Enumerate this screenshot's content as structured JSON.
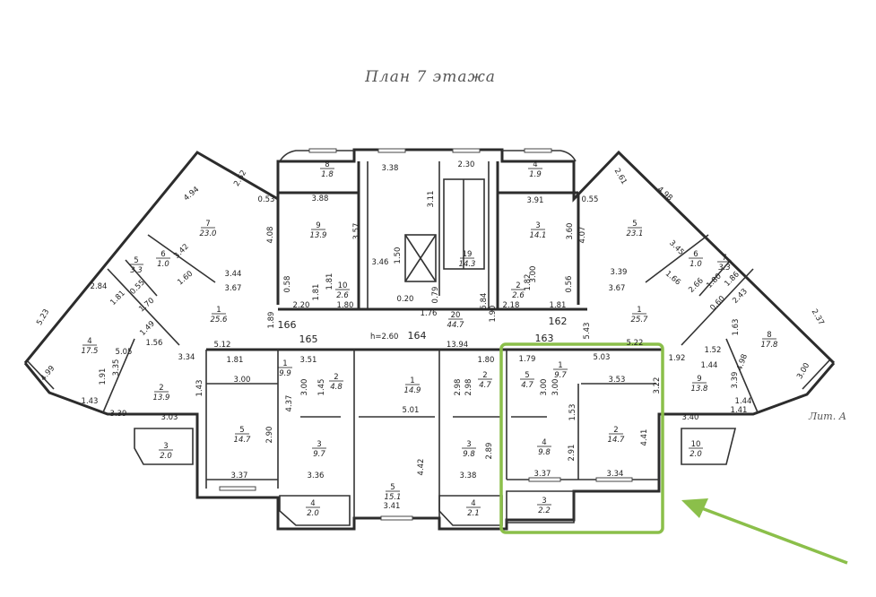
{
  "title": "План 7 этажа",
  "liter": "Лит. А",
  "ceiling_height": "h=2.60",
  "flats": [
    {
      "id": "f166",
      "label": "166"
    },
    {
      "id": "f165",
      "label": "165"
    },
    {
      "id": "f164",
      "label": "164"
    },
    {
      "id": "f163",
      "label": "163"
    },
    {
      "id": "f162",
      "label": "162"
    }
  ],
  "rooms": [
    {
      "id": "r-l-8",
      "num": "8",
      "area": "1.8"
    },
    {
      "id": "r-l-7",
      "num": "7",
      "area": "23.0"
    },
    {
      "id": "r-l-9",
      "num": "9",
      "area": "13.9"
    },
    {
      "id": "r-l-5",
      "num": "5",
      "area": "3.3"
    },
    {
      "id": "r-l-6",
      "num": "6",
      "area": "1.0"
    },
    {
      "id": "r-l-10",
      "num": "10",
      "area": "2.6"
    },
    {
      "id": "r-l-1",
      "num": "1",
      "area": "25.6"
    },
    {
      "id": "r-l-4",
      "num": "4",
      "area": "17.5"
    },
    {
      "id": "r-l-2",
      "num": "2",
      "area": "13.9"
    },
    {
      "id": "r-l-3",
      "num": "3",
      "area": "2.0"
    },
    {
      "id": "r-c-19",
      "num": "19",
      "area": "14.3"
    },
    {
      "id": "r-c-20",
      "num": "20",
      "area": "44.7"
    },
    {
      "id": "r-165-1",
      "num": "1",
      "area": "9.9"
    },
    {
      "id": "r-165-2",
      "num": "2",
      "area": "4.8"
    },
    {
      "id": "r-165-5",
      "num": "5",
      "area": "14.7"
    },
    {
      "id": "r-165-3",
      "num": "3",
      "area": "9.7"
    },
    {
      "id": "r-165-4",
      "num": "4",
      "area": "2.0"
    },
    {
      "id": "r-164-1",
      "num": "1",
      "area": "14.9"
    },
    {
      "id": "r-164-2",
      "num": "2",
      "area": "4.7"
    },
    {
      "id": "r-164-5",
      "num": "5",
      "area": "15.1"
    },
    {
      "id": "r-164-3",
      "num": "3",
      "area": "9.8"
    },
    {
      "id": "r-164-4",
      "num": "4",
      "area": "2.1"
    },
    {
      "id": "r-163-5",
      "num": "5",
      "area": "4.7"
    },
    {
      "id": "r-163-1",
      "num": "1",
      "area": "9.7"
    },
    {
      "id": "r-163-4",
      "num": "4",
      "area": "9.8"
    },
    {
      "id": "r-163-2",
      "num": "2",
      "area": "14.7"
    },
    {
      "id": "r-163-3",
      "num": "3",
      "area": "2.2"
    },
    {
      "id": "r-r-4",
      "num": "4",
      "area": "1.9"
    },
    {
      "id": "r-r-3",
      "num": "3",
      "area": "14.1"
    },
    {
      "id": "r-r-5",
      "num": "5",
      "area": "23.1"
    },
    {
      "id": "r-r-6",
      "num": "6",
      "area": "1.0"
    },
    {
      "id": "r-r-7",
      "num": "7",
      "area": "3.3"
    },
    {
      "id": "r-r-2",
      "num": "2",
      "area": "2.6"
    },
    {
      "id": "r-r-1",
      "num": "1",
      "area": "25.7"
    },
    {
      "id": "r-r-8",
      "num": "8",
      "area": "17.8"
    },
    {
      "id": "r-r-9",
      "num": "9",
      "area": "13.8"
    },
    {
      "id": "r-r-10",
      "num": "10",
      "area": "2.0"
    }
  ],
  "dimensions": [
    "3.38",
    "2.30",
    "3.11",
    "3.88",
    "3.57",
    "4.08",
    "3.91",
    "3.60",
    "4.07",
    "0.53",
    "0.55",
    "2.62",
    "2.61",
    "4.94",
    "4.98",
    "3.42",
    "3.45",
    "1.60",
    "1.66",
    "3.44",
    "3.67",
    "3.39",
    "3.67",
    "0.58",
    "0.56",
    "2.20",
    "1.80",
    "1.81",
    "1.82",
    "2.18",
    "1.81",
    "1.81",
    "3.00",
    "1.50",
    "3.46",
    "0.20",
    "0.79",
    "5.84",
    "1.76",
    "1.90",
    "1.89",
    "5.43",
    "5.12",
    "5.22",
    "5.23",
    "2.37",
    "1.81",
    "2.84",
    "0.55",
    "1.70",
    "1.49",
    "1.56",
    "5.05",
    "3.35",
    "1.91",
    "3.34",
    "1.43",
    "1.43",
    "3.39",
    "3.03",
    "4.99",
    "1.81",
    "3.51",
    "3.00",
    "3.00",
    "1.45",
    "4.37",
    "2.90",
    "3.37",
    "3.36",
    "13.94",
    "2.98",
    "2.98",
    "1.80",
    "5.01",
    "4.42",
    "2.89",
    "3.38",
    "3.41",
    "1.79",
    "5.03",
    "3.00",
    "3.00",
    "3.53",
    "1.53",
    "2.91",
    "4.41",
    "3.37",
    "3.34",
    "1.92",
    "1.44",
    "1.52",
    "4.98",
    "3.39",
    "3.22",
    "3.40",
    "1.41",
    "1.44",
    "3.00",
    "1.86",
    "2.43",
    "1.80",
    "0.60",
    "2.66",
    "1.63"
  ],
  "colors": {
    "highlight": "#8bbf4a",
    "arrow": "#8bbf4a",
    "wall": "#2c2c2c"
  }
}
